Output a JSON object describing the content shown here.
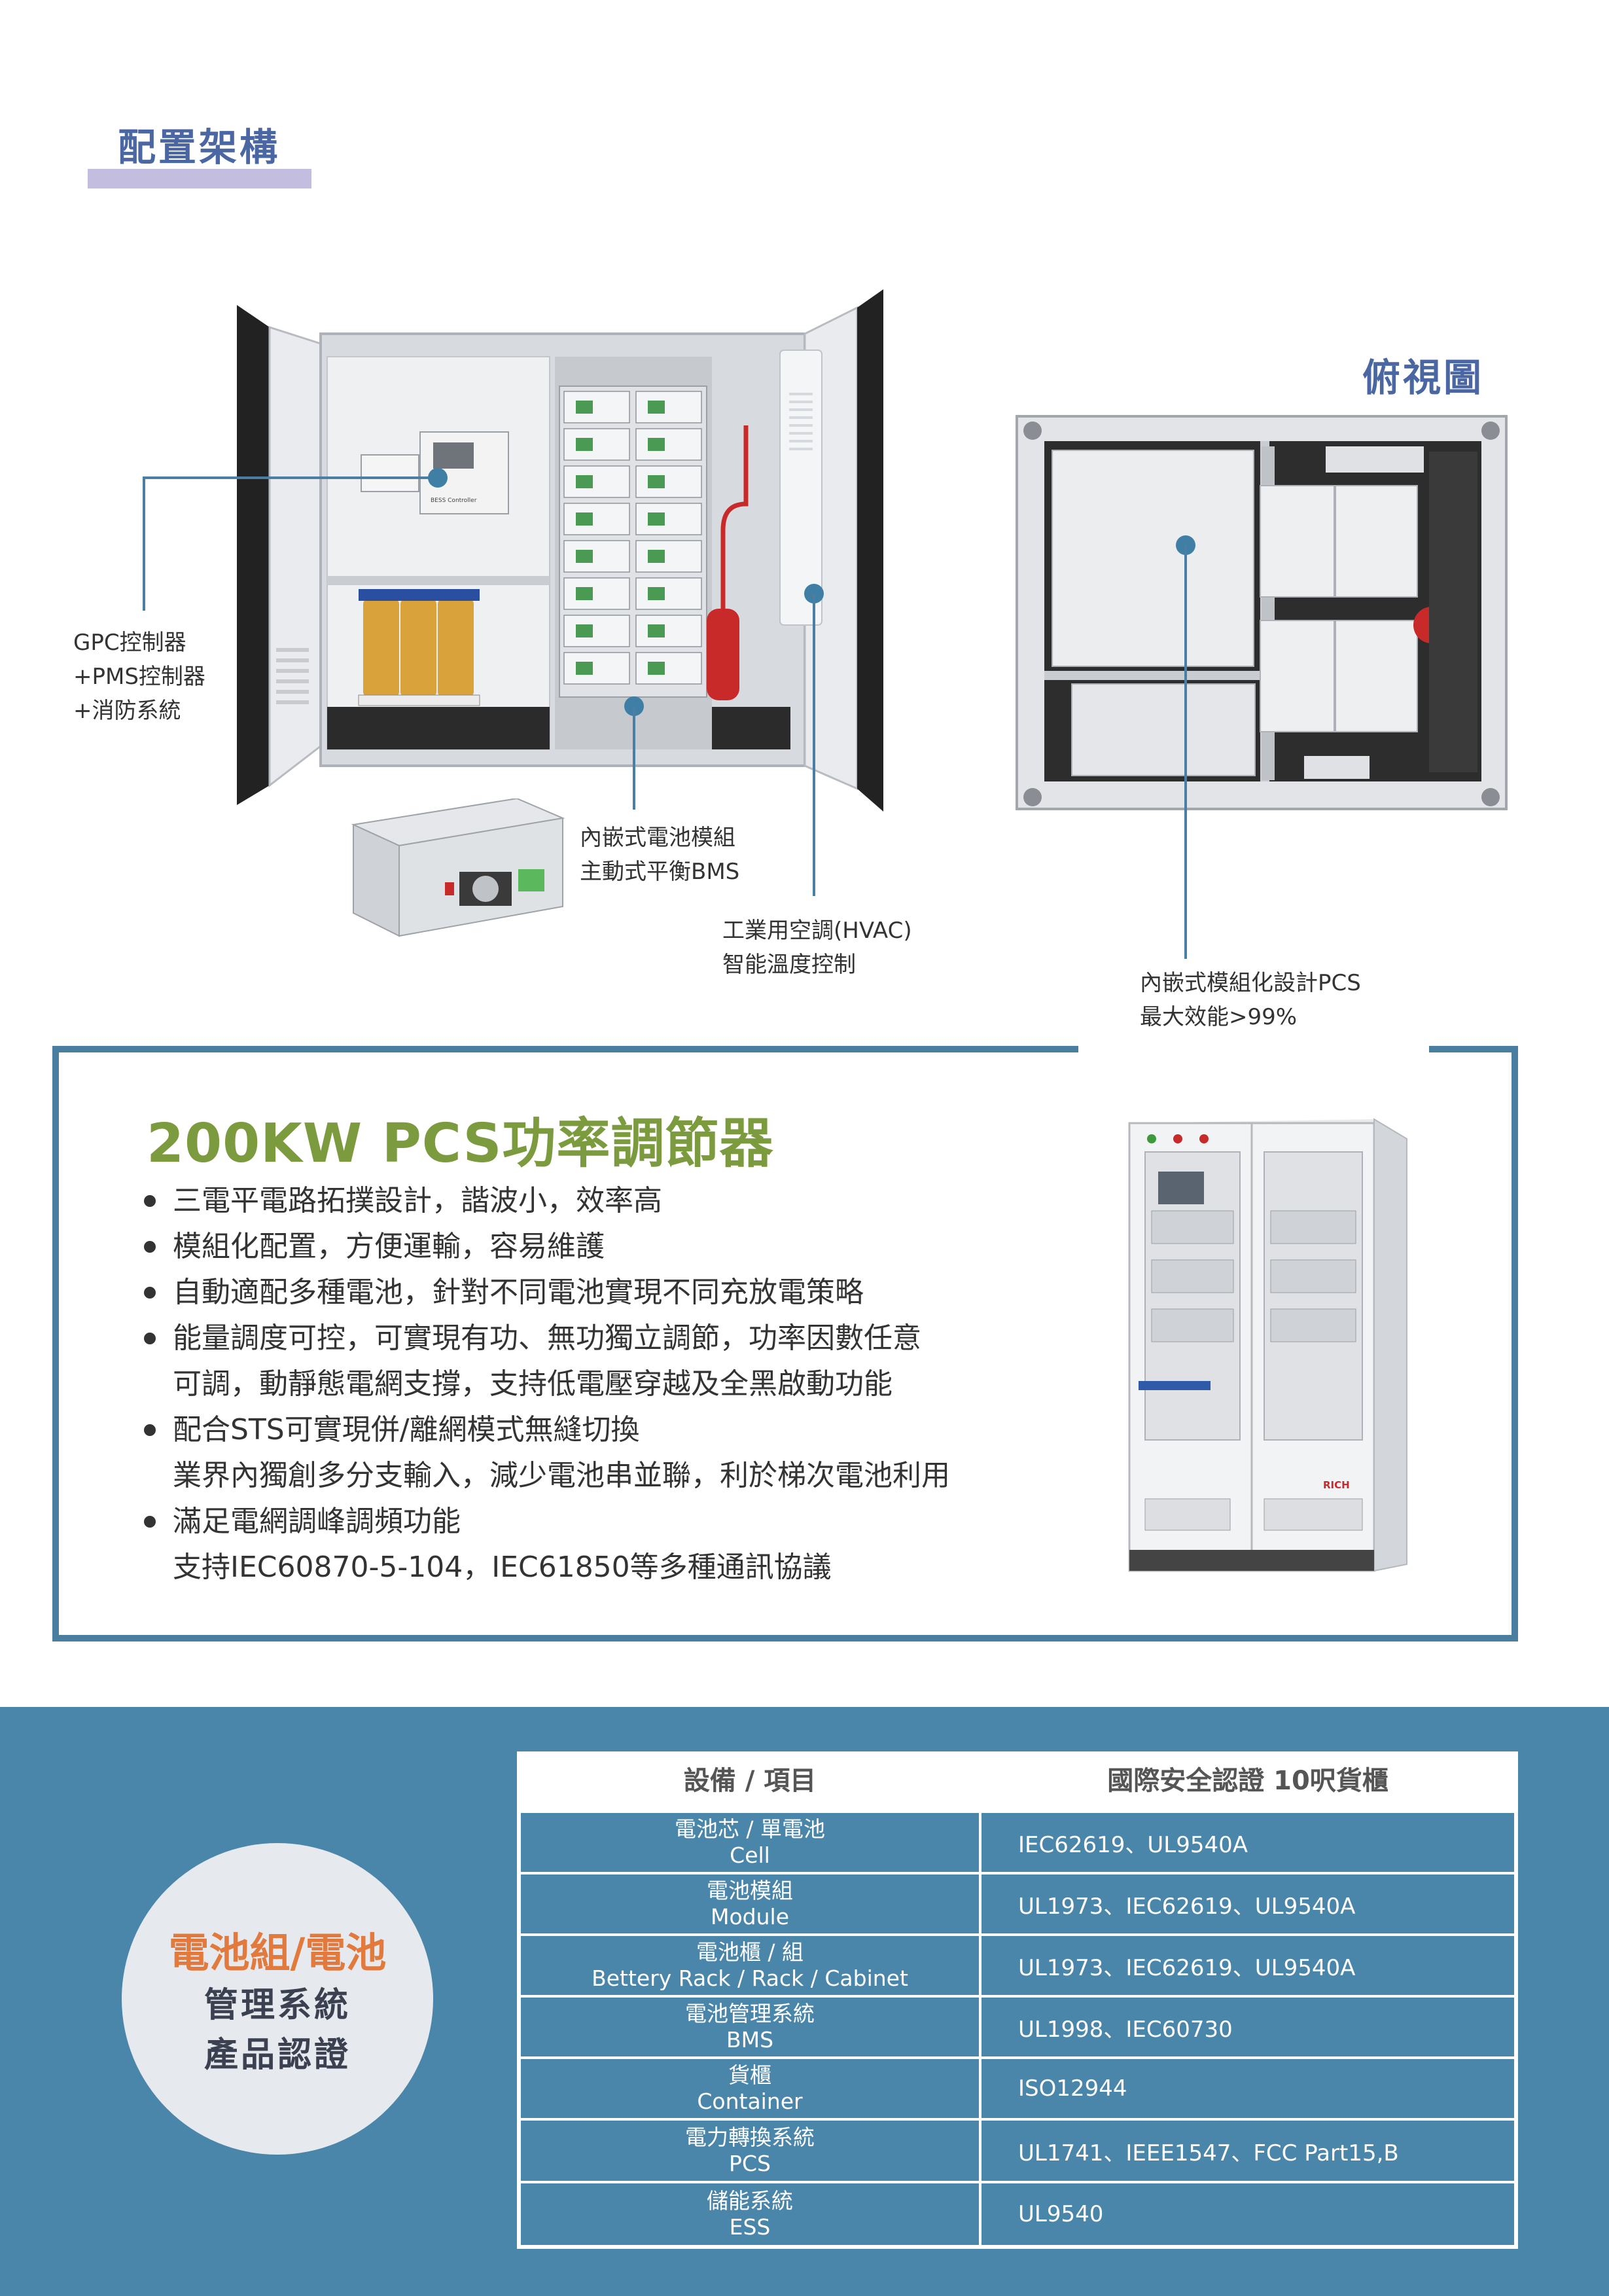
{
  "header": {
    "title": "配置架構",
    "top_view_title": "俯視圖"
  },
  "callouts": {
    "gpc": [
      "GPC控制器",
      "+PMS控制器",
      "+消防系統"
    ],
    "battery": [
      "內嵌式電池模組",
      "主動式平衡BMS"
    ],
    "hvac": [
      "工業用空調(HVAC)",
      "智能溫度控制"
    ],
    "pcs": [
      "內嵌式模組化設計PCS",
      "最大效能>99%"
    ]
  },
  "container_labels": {
    "controller": "BESS Controller",
    "brand": "RICH"
  },
  "pcs": {
    "title": "200KW PCS功率調節器",
    "features": [
      {
        "bullet": true,
        "text": "三電平電路拓撲設計，諧波小，效率高"
      },
      {
        "bullet": true,
        "text": "模組化配置，方便運輸，容易維護"
      },
      {
        "bullet": true,
        "text": "自動適配多種電池，針對不同電池實現不同充放電策略"
      },
      {
        "bullet": true,
        "text": "能量調度可控，可實現有功、無功獨立調節，功率因數任意"
      },
      {
        "bullet": false,
        "text": "可調，動靜態電網支撐，支持低電壓穿越及全黑啟動功能"
      },
      {
        "bullet": true,
        "text": "配合STS可實現併/離網模式無縫切換"
      },
      {
        "bullet": false,
        "text": "業界內獨創多分支輸入，減少電池串並聯，利於梯次電池利用"
      },
      {
        "bullet": true,
        "text": "滿足電網調峰調頻功能"
      },
      {
        "bullet": false,
        "text": "支持IEC60870-5-104，IEC61850等多種通訊協議"
      }
    ]
  },
  "certification": {
    "circle": {
      "line1": "電池組/電池",
      "line2": "管理系統",
      "line3": "產品認證"
    },
    "table": {
      "headers": [
        "設備 / 項目",
        "國際安全認證 10呎貨櫃"
      ],
      "rows": [
        {
          "item_zh": "電池芯 / 單電池",
          "item_en": "Cell",
          "cert": "IEC62619、UL9540A"
        },
        {
          "item_zh": "電池模組",
          "item_en": "Module",
          "cert": "UL1973、IEC62619、UL9540A"
        },
        {
          "item_zh": "電池櫃 / 組",
          "item_en": "Bettery Rack / Rack / Cabinet",
          "cert": "UL1973、IEC62619、UL9540A"
        },
        {
          "item_zh": "電池管理系統",
          "item_en": "BMS",
          "cert": "UL1998、IEC60730"
        },
        {
          "item_zh": "貨櫃",
          "item_en": "Container",
          "cert": "ISO12944"
        },
        {
          "item_zh": "電力轉換系統",
          "item_en": "PCS",
          "cert": "UL1741、IEEE1547、FCC Part15,B"
        },
        {
          "item_zh": "儲能系統",
          "item_en": "ESS",
          "cert": "UL9540"
        }
      ]
    }
  }
}
